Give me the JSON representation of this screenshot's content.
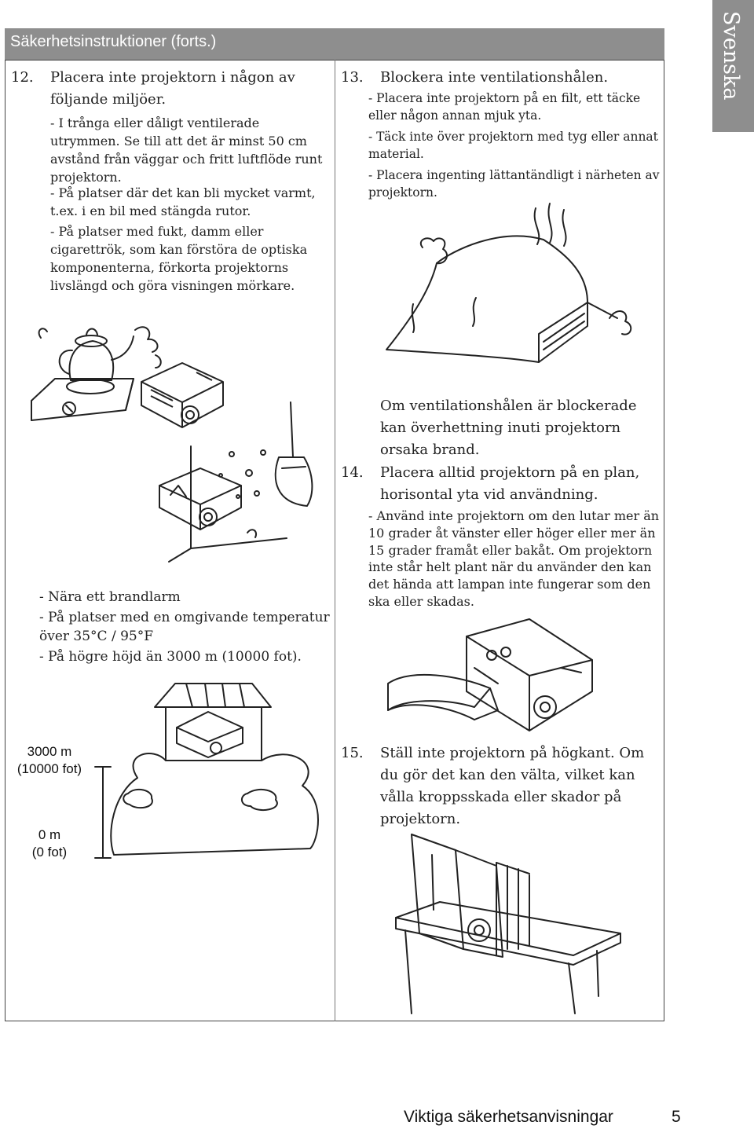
{
  "header": {
    "title": "Säkerhetsinstruktioner (forts.)"
  },
  "side_tab": {
    "label": "Svenska"
  },
  "item12": {
    "number": "12.",
    "title": "Placera inte projektorn i någon av följande miljöer.",
    "bullets": [
      "- I trånga eller dåligt ventilerade utrymmen. Se till att det är minst 50 cm avstånd från väggar och fritt luftflöde runt projektorn.",
      "- På platser där det kan bli mycket varmt, t.ex. i en bil med stängda rutor.",
      "- På platser med fukt, damm eller cigarettrök, som kan förstöra de optiska komponenterna, förkorta projektorns livslängd och göra visningen mörkare."
    ],
    "bullets2": [
      "- Nära ett brandlarm",
      "- På platser med en omgivande temperatur över 35°C / 95°F",
      "- På högre höjd än 3000 m (10000 fot)."
    ]
  },
  "altitude": {
    "top": "3000 m\n(10000 fot)",
    "bottom": "0 m\n(0 fot)"
  },
  "item13": {
    "number": "13.",
    "title": "Blockera inte ventilationshålen.",
    "bullets": [
      "- Placera inte projektorn på en filt, ett täcke eller någon annan mjuk yta.",
      "- Täck inte över projektorn med tyg eller annat material.",
      "- Placera ingenting lättantändligt i närheten av projektorn."
    ],
    "note": "Om ventilationshålen är blockerade kan överhettning inuti projektorn orsaka brand."
  },
  "item14": {
    "number": "14.",
    "title": "Placera alltid projektorn på en plan, horisontal yta vid användning.",
    "bullets": [
      "- Använd inte projektorn om den lutar mer än 10 grader åt vänster eller höger eller mer än 15 grader framåt eller bakåt. Om projektorn inte står helt plant när du använder den kan det hända att lampan inte fungerar som den ska eller skadas."
    ]
  },
  "item15": {
    "number": "15.",
    "title": "Ställ inte projektorn på högkant. Om du gör det kan den välta, vilket kan vålla kroppsskada eller skador på projektorn."
  },
  "footer": {
    "title": "Viktiga säkerhetsanvisningar",
    "page": "5"
  }
}
